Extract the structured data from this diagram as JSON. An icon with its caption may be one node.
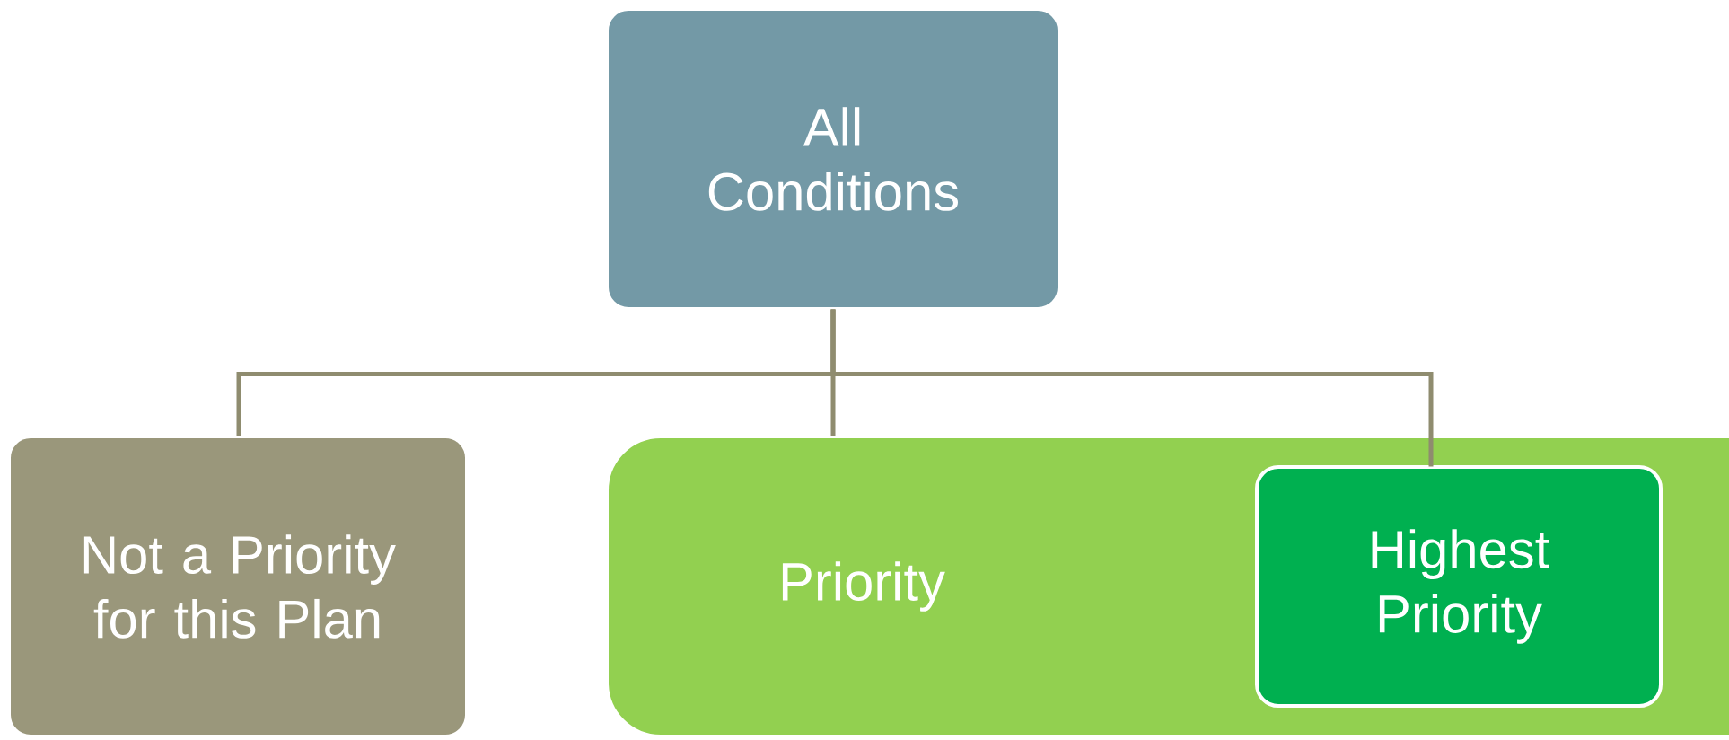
{
  "diagram": {
    "nodes": [
      {
        "text": [
          "All Conditions"
        ]
      },
      {
        "text": [
          "Not a Priority for this Plan"
        ]
      },
      {
        "text": [
          "Priority"
        ]
      },
      {
        "text": [
          "Highest Priority"
        ],
        "in": 2
      }
    ],
    "edges": [
      {
        "from": 0,
        "to": 1,
        "arrow": "none"
      },
      {
        "from": 0,
        "to": 2,
        "arrow": "none"
      },
      {
        "from": 0,
        "to": 3,
        "arrow": "none"
      }
    ]
  }
}
